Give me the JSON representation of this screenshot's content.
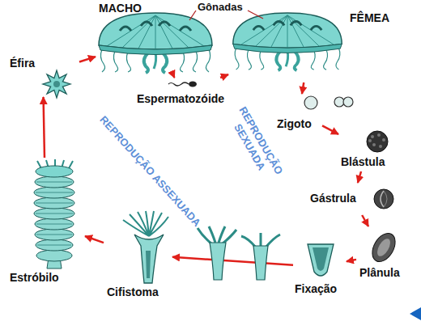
{
  "diagram": {
    "nodes": [
      {
        "text": [
          "MACHO"
        ]
      },
      {
        "text": [
          "FÊMEA"
        ]
      },
      {
        "text": [
          "Espermatozóide"
        ]
      },
      {
        "text": [
          "Zigoto"
        ]
      },
      {
        "text": [
          "Blástula"
        ]
      },
      {
        "text": [
          "Gástrula"
        ]
      },
      {
        "text": [
          "Plânula"
        ]
      },
      {
        "text": [
          "Fixação"
        ]
      },
      {
        "text": [
          "Cifistoma"
        ]
      },
      {
        "text": [
          "Estróbilo"
        ]
      },
      {
        "text": [
          "Éfira"
        ]
      }
    ],
    "edges": [
      {
        "from": 0,
        "to": 2,
        "arrow": "to"
      },
      {
        "from": 2,
        "to": 1,
        "arrow": "to"
      },
      {
        "from": 1,
        "to": 3,
        "arrow": "to"
      },
      {
        "from": 3,
        "to": 4,
        "arrow": "to"
      },
      {
        "from": 4,
        "to": 5,
        "arrow": "to"
      },
      {
        "from": 5,
        "to": 6,
        "arrow": "to"
      },
      {
        "from": 6,
        "to": 7,
        "arrow": "to"
      },
      {
        "from": 7,
        "to": 8,
        "arrow": "to"
      },
      {
        "from": 8,
        "to": 9,
        "arrow": "to"
      },
      {
        "from": 9,
        "to": 10,
        "arrow": "to"
      },
      {
        "from": 10,
        "to": 0,
        "arrow": "to"
      }
    ],
    "labels": [
      "Gônadas",
      "REPRODUÇÃO SEXUADA",
      "REPRODUÇÃO ASSEXUADA"
    ]
  }
}
